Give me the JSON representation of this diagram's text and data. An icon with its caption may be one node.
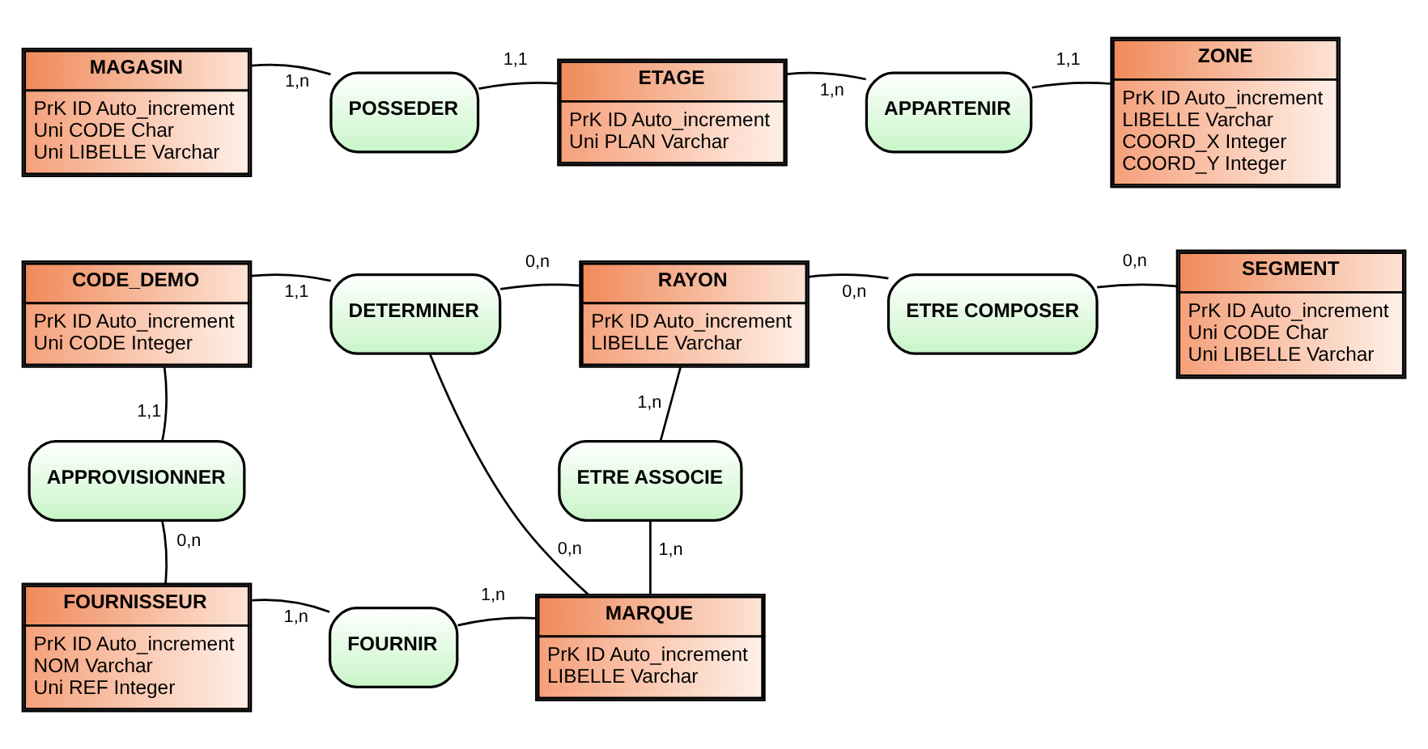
{
  "diagram": {
    "nodes": [
      {
        "text": [
          "MAGASIN",
          "PrK ID Auto_increment",
          "Uni CODE Char",
          "Uni LIBELLE Varchar"
        ]
      },
      {
        "text": [
          "POSSEDER"
        ]
      },
      {
        "text": [
          "ETAGE",
          "PrK ID Auto_increment",
          "Uni PLAN Varchar"
        ]
      },
      {
        "text": [
          "APPARTENIR"
        ]
      },
      {
        "text": [
          "ZONE",
          "PrK ID Auto_increment",
          "LIBELLE Varchar",
          "COORD_X Integer",
          "COORD_Y Integer"
        ]
      },
      {
        "text": [
          "CODE_DEMO",
          "PrK ID Auto_increment",
          "Uni CODE Integer"
        ]
      },
      {
        "text": [
          "DETERMINER"
        ]
      },
      {
        "text": [
          "RAYON",
          "PrK ID Auto_increment",
          "LIBELLE Varchar"
        ]
      },
      {
        "text": [
          "ETRE COMPOSER"
        ]
      },
      {
        "text": [
          "SEGMENT",
          "PrK ID Auto_increment",
          "Uni CODE Char",
          "Uni LIBELLE Varchar"
        ]
      },
      {
        "text": [
          "APPROVISIONNER"
        ]
      },
      {
        "text": [
          "ETRE ASSOCIE"
        ]
      },
      {
        "text": [
          "FOURNISSEUR",
          "PrK ID Auto_increment",
          "NOM Varchar",
          "Uni REF Integer"
        ]
      },
      {
        "text": [
          "FOURNIR"
        ]
      },
      {
        "text": [
          "MARQUE",
          "PrK ID Auto_increment",
          "LIBELLE Varchar"
        ]
      }
    ],
    "edges": [
      {
        "from": 0,
        "to": 1,
        "arrow": "none",
        "label": "1,n"
      },
      {
        "from": 2,
        "to": 1,
        "arrow": "none",
        "label": "1,1"
      },
      {
        "from": 2,
        "to": 3,
        "arrow": "none",
        "label": "1,n"
      },
      {
        "from": 4,
        "to": 3,
        "arrow": "none",
        "label": "1,1"
      },
      {
        "from": 5,
        "to": 6,
        "arrow": "none",
        "label": "1,1"
      },
      {
        "from": 7,
        "to": 6,
        "arrow": "none",
        "label": "0,n"
      },
      {
        "from": 14,
        "to": 6,
        "arrow": "none",
        "label": "0,n"
      },
      {
        "from": 7,
        "to": 8,
        "arrow": "none",
        "label": "0,n"
      },
      {
        "from": 9,
        "to": 8,
        "arrow": "none",
        "label": "0,n"
      },
      {
        "from": 5,
        "to": 10,
        "arrow": "none",
        "label": "1,1"
      },
      {
        "from": 12,
        "to": 10,
        "arrow": "none",
        "label": "0,n"
      },
      {
        "from": 7,
        "to": 11,
        "arrow": "none",
        "label": "1,n"
      },
      {
        "from": 14,
        "to": 11,
        "arrow": "none",
        "label": "1,n"
      },
      {
        "from": 12,
        "to": 13,
        "arrow": "none",
        "label": "1,n"
      },
      {
        "from": 14,
        "to": 13,
        "arrow": "none",
        "label": "1,n"
      }
    ]
  }
}
